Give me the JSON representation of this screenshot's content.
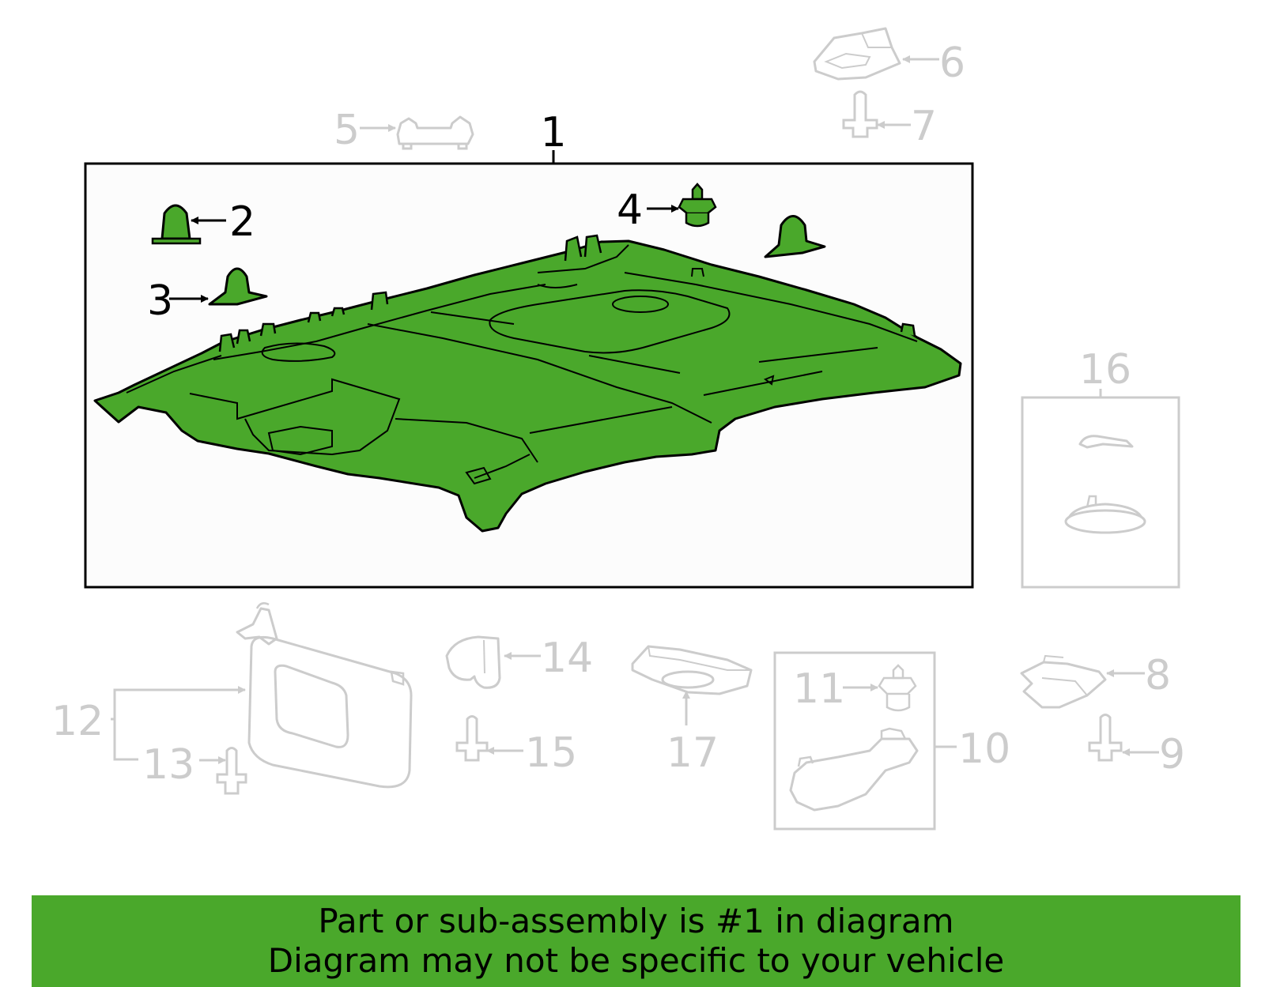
{
  "colors": {
    "highlight": "#4aa82b",
    "outline": "#000000",
    "inactive": "#cccccc",
    "panel_bg": "#fcfcfc"
  },
  "callouts": {
    "c1": "1",
    "c2": "2",
    "c3": "3",
    "c4": "4",
    "c5": "5",
    "c6": "6",
    "c7": "7",
    "c8": "8",
    "c9": "9",
    "c10": "10",
    "c11": "11",
    "c12": "12",
    "c13": "13",
    "c14": "14",
    "c15": "15",
    "c16": "16",
    "c17": "17"
  },
  "banner": {
    "line1": "Part or sub-assembly is #1 in diagram",
    "line2": "Diagram may not be specific to your vehicle"
  }
}
